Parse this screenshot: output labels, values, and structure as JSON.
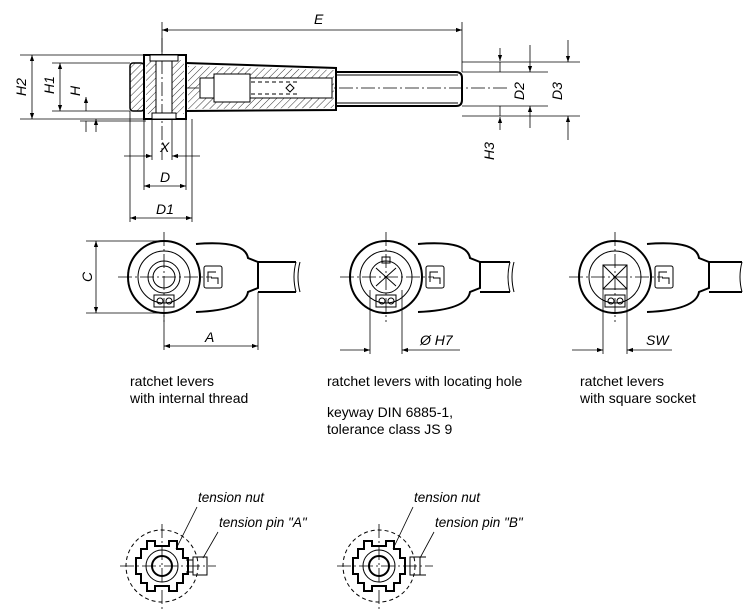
{
  "dimensions": {
    "E": "E",
    "H2": "H2",
    "H1": "H1",
    "H": "H",
    "D2": "D2",
    "D3": "D3",
    "H3": "H3",
    "X": "X",
    "D": "D",
    "D1": "D1",
    "C": "C",
    "A": "A",
    "H7": "Ø H7",
    "SW": "SW"
  },
  "views": [
    {
      "caption_line1": "ratchet levers",
      "caption_line2": "with internal thread"
    },
    {
      "caption_line1": "ratchet levers with locating hole",
      "caption_line2": ""
    },
    {
      "caption_line1": "ratchet levers",
      "caption_line2": "with square socket"
    }
  ],
  "keyway_note": {
    "line1": "keyway DIN 6885-1,",
    "line2": "tolerance class JS 9"
  },
  "details": [
    {
      "nut_label": "tension nut",
      "pin_label": "tension pin \"A\""
    },
    {
      "nut_label": "tension nut",
      "pin_label": "tension pin \"B\""
    }
  ]
}
